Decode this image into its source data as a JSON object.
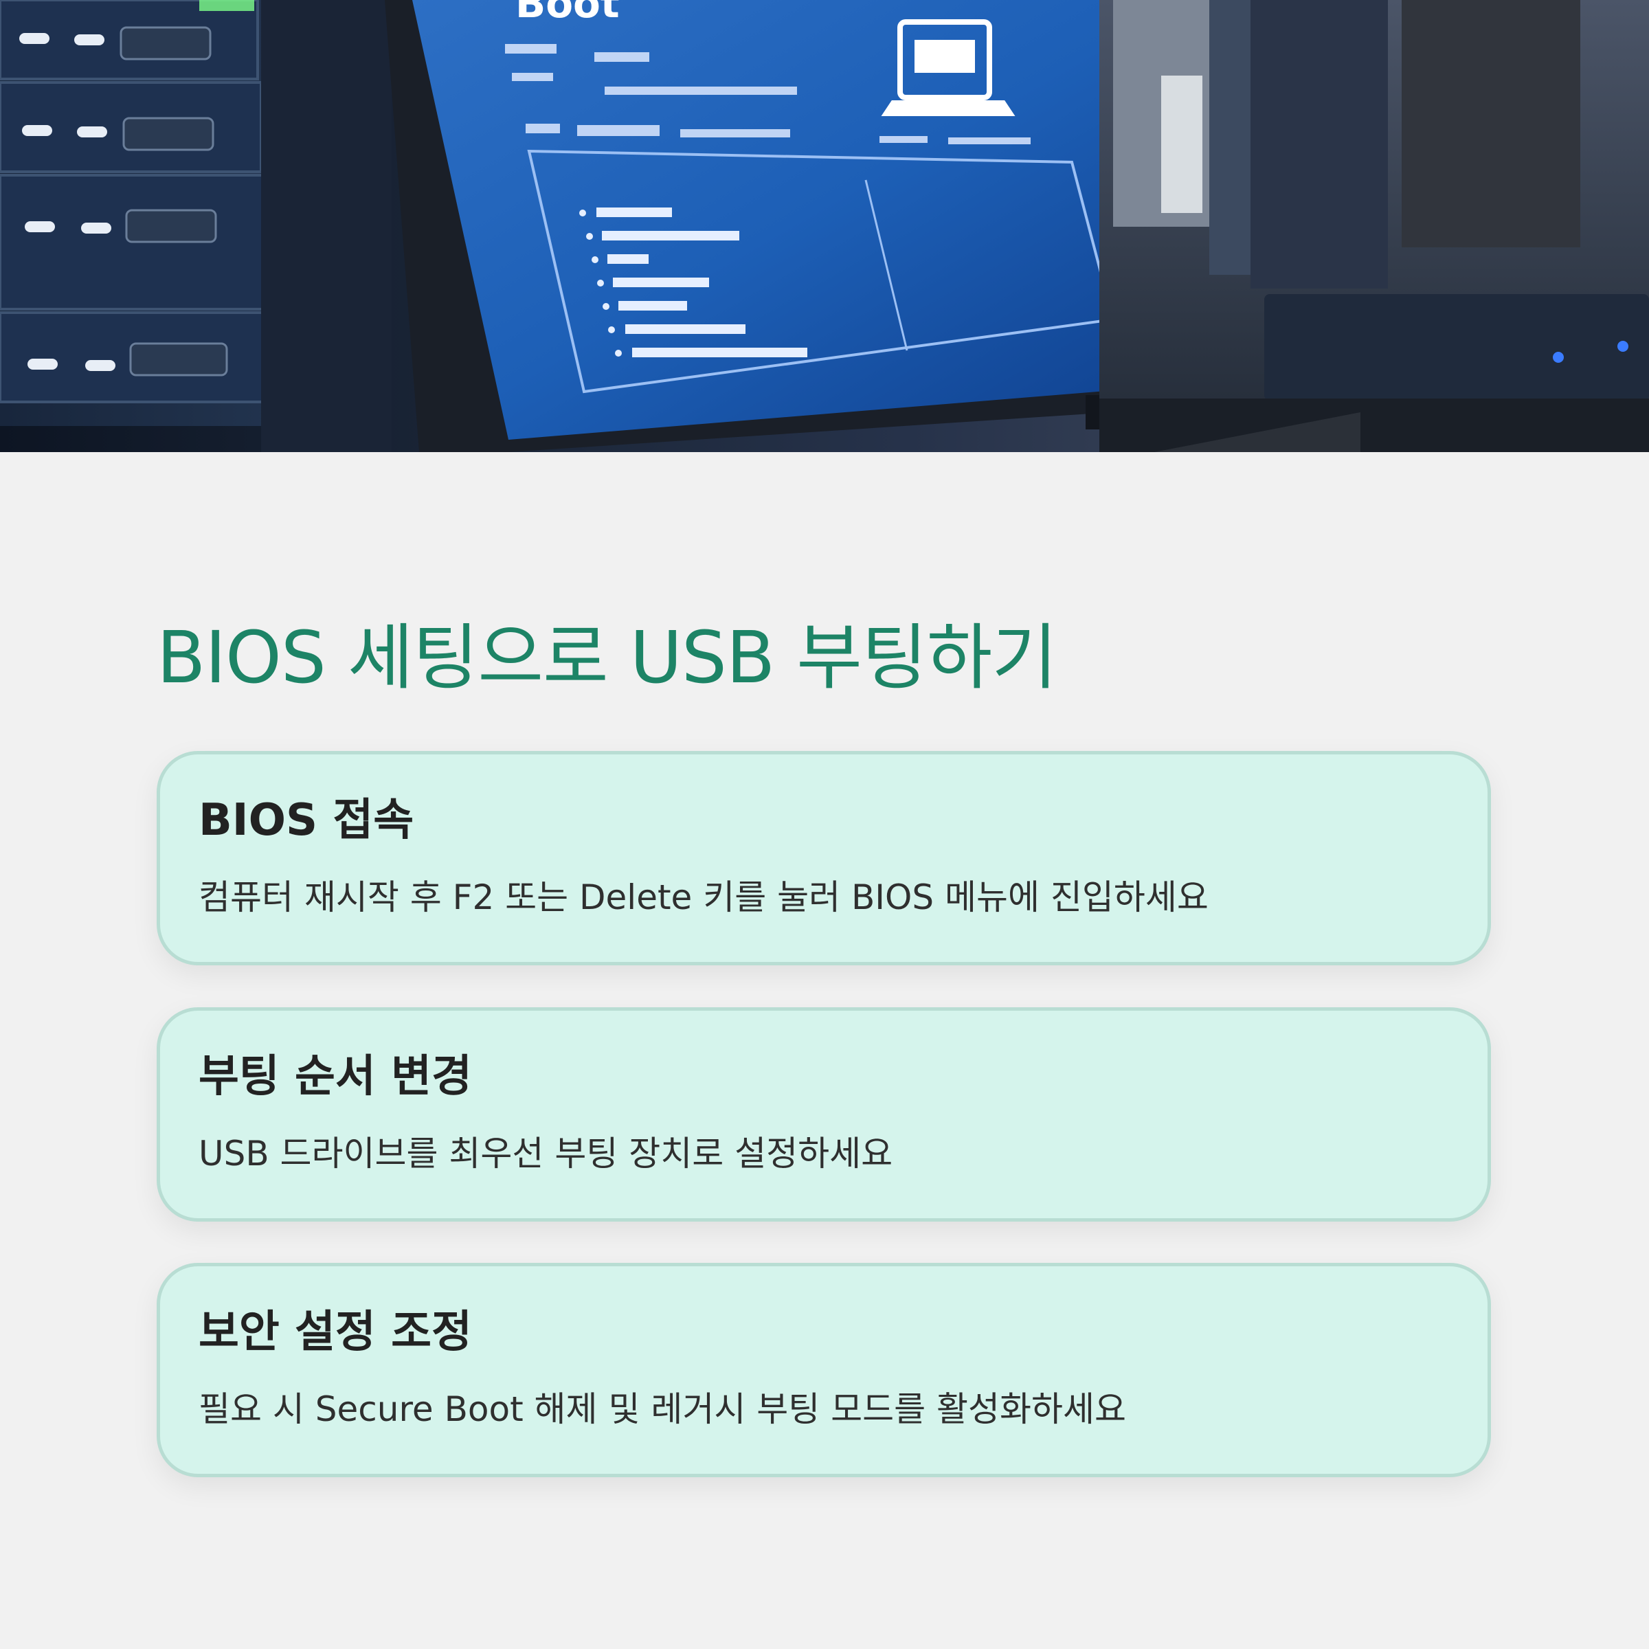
{
  "hero": {
    "image_alt": "BIOS boot settings on a monitor in a server room",
    "screen_heading": "Boot"
  },
  "page_title": "BIOS 세팅으로 USB 부팅하기",
  "cards": [
    {
      "title": "BIOS 접속",
      "description": "컴퓨터 재시작 후 F2 또는 Delete 키를 눌러 BIOS 메뉴에 진입하세요"
    },
    {
      "title": "부팅 순서 변경",
      "description": "USB 드라이브를 최우선 부팅 장치로 설정하세요"
    },
    {
      "title": "보안 설정 조정",
      "description": "필요 시 Secure Boot 해제 및 레거시 부팅 모드를 활성화하세요"
    }
  ],
  "colors": {
    "title_green": "#1d8466",
    "card_bg": "#d5f4ec",
    "card_border": "#b8ddd3",
    "page_bg": "#f1f1f1"
  }
}
